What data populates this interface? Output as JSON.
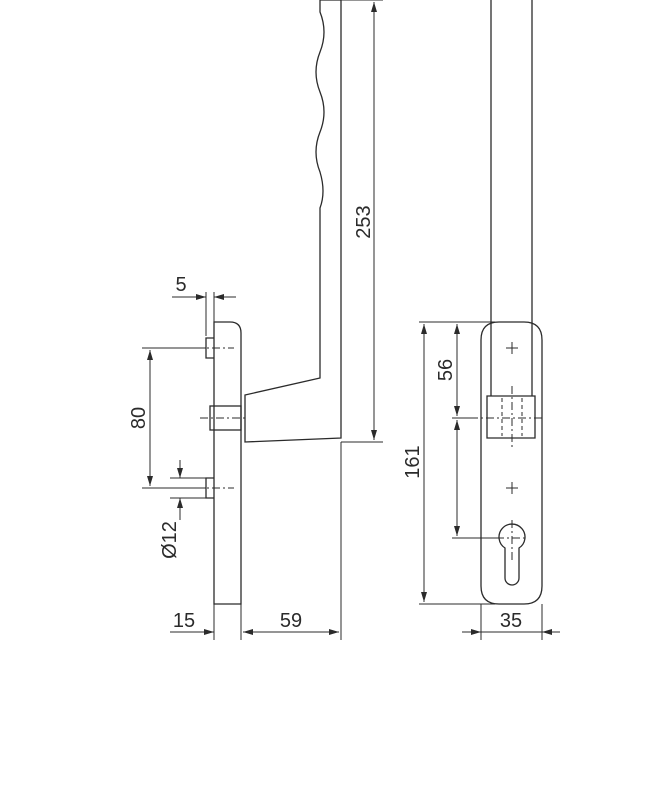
{
  "dimensions": {
    "overall_height": "253",
    "pin_offset": "5",
    "hole_spacing": "80",
    "hole_diameter": "Ø12",
    "plate_thickness": "15",
    "projection": "59",
    "plate_length": "161",
    "top_to_spindle": "56",
    "plate_width": "35"
  },
  "colors": {
    "line": "#2b2b2b",
    "background": "#ffffff"
  }
}
